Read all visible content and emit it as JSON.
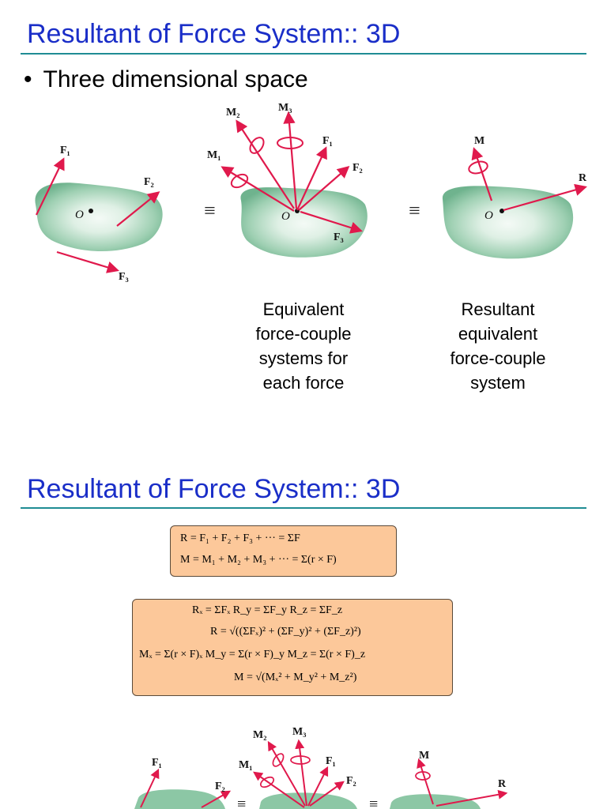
{
  "slide1": {
    "title": "Resultant of Force System:: 3D",
    "bullet": "Three dimensional space",
    "caption_left": [
      "Equivalent",
      "force-couple",
      "systems for",
      "each force"
    ],
    "caption_right": [
      "Resultant",
      "equivalent",
      "force-couple",
      "system"
    ]
  },
  "slide2": {
    "title": "Resultant of Force System:: 3D",
    "box1": [
      "R = F₁ + F₂ + F₃ + ··· = ΣF",
      "M = M₁ + M₂ + M₃ + ··· = Σ(r × F)"
    ],
    "box2": [
      "Rₓ = ΣFₓ        R_y = ΣF_y        R_z = ΣF_z",
      "R = √((ΣFₓ)² + (ΣF_y)² + (ΣF_z)²)",
      "Mₓ = Σ(r × F)ₓ      M_y = Σ(r × F)_y      M_z = Σ(r × F)_z",
      "M = √(Mₓ² + M_y² + M_z²)"
    ]
  },
  "diagram": {
    "equiv_symbol": "≡",
    "origin": "O",
    "labels": {
      "F1": "F₁",
      "F2": "F₂",
      "F3": "F₃",
      "M1": "M₁",
      "M2": "M₂",
      "M3": "M₃",
      "M": "M",
      "R": "R"
    }
  },
  "colors": {
    "title": "#1a2ec8",
    "rule": "#1f8c94",
    "arrow": "#e0194c",
    "blob_outer": "#7fbf9c",
    "blob_inner": "#eef7f1",
    "eq_box": "#fcc89a"
  }
}
